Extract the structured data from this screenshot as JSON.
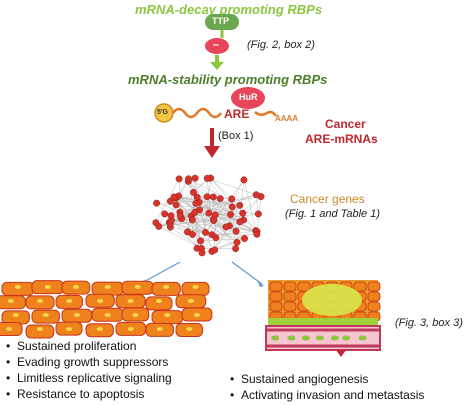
{
  "header": {
    "decay_title": "mRNA-decay promoting RBPs",
    "ttp_label": "TTP",
    "minus_sign": "–",
    "ref_fig2_box2": "(Fig. 2, box 2)",
    "stability_title": "mRNA-stability promoting RBPs",
    "hur_label": "HuR"
  },
  "mrna": {
    "five_prime": "5'G",
    "are_label": "ARE",
    "polya_label": "AAAA",
    "cancer_label": "Cancer",
    "are_mrnas_label": "ARE-mRNAs",
    "ref_box1": "(Box 1)"
  },
  "network": {
    "label": "Cancer genes",
    "ref": "(Fig. 1 and Table 1)"
  },
  "left_panel": {
    "bullets": [
      "Sustained proliferation",
      "Evading growth suppressors",
      "Limitless replicative signaling",
      "Resistance to apoptosis"
    ]
  },
  "right_panel": {
    "ref": "(Fig. 3, box 3)",
    "bullets": [
      "Sustained angiogenesis",
      "Activating invasion and metastasis"
    ]
  },
  "colors": {
    "decay_green": "#8cc63f",
    "stability_green": "#4e7d2a",
    "ttp_green": "#6aa84f",
    "hur_red": "#e8455a",
    "arrow_red": "#c1272d",
    "cell_orange": "#f0821e",
    "vessel_pink": "#c0395a"
  },
  "icons": [
    "down-arrow-icon",
    "minus-icon",
    "branch-arrow-icon",
    "cell-icon",
    "vessel-icon"
  ]
}
